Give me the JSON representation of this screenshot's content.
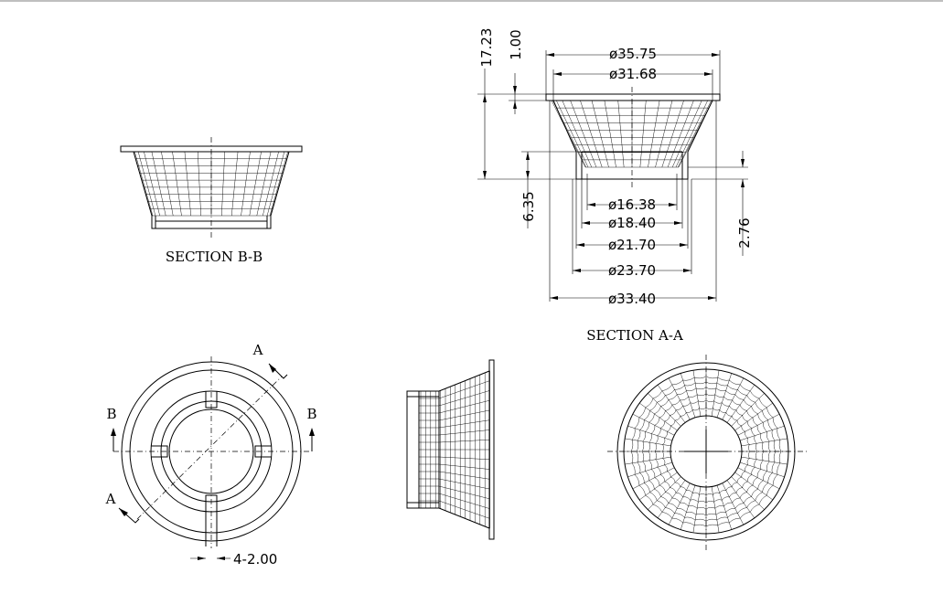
{
  "sections": {
    "b_b": "SECTION B-B",
    "a_a": "SECTION A-A"
  },
  "diameters": {
    "d1": "ø35.75",
    "d2": "ø31.68",
    "d3": "ø16.38",
    "d4": "ø18.40",
    "d5": "ø21.70",
    "d6": "ø23.70",
    "d7": "ø33.40"
  },
  "heights": {
    "total": "17.23",
    "flange": "1.00",
    "base": "6.35",
    "step": "2.76"
  },
  "slot_note": "4-2.00",
  "cut_labels": {
    "a_top": "A",
    "a_bottom": "A",
    "b_left": "B",
    "b_right": "B"
  }
}
